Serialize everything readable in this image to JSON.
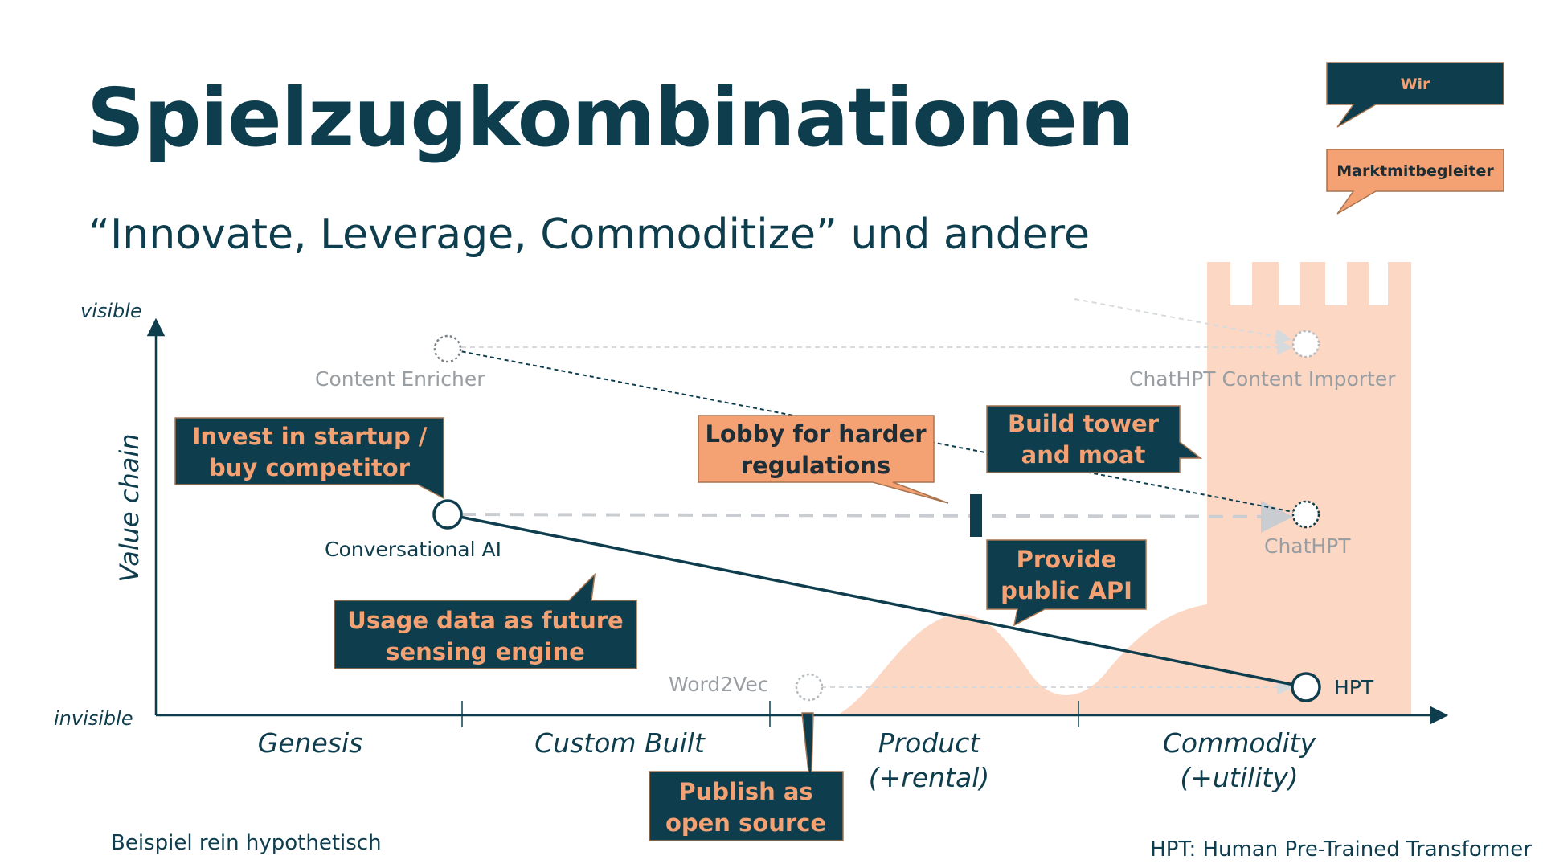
{
  "title": "Spielzugkombinationen",
  "subtitle": "“Innovate, Leverage, Commoditize” und andere",
  "legend": {
    "us_label": "Wir",
    "competitor_label": "Marktmitbegleiter"
  },
  "axes": {
    "y_top": "visible",
    "y_bottom": "invisible",
    "y_label": "Value chain",
    "stages": [
      {
        "line1": "Genesis",
        "line2": ""
      },
      {
        "line1": "Custom Built",
        "line2": ""
      },
      {
        "line1": "Product",
        "line2": "(+rental)"
      },
      {
        "line1": "Commodity",
        "line2": "(+utility)"
      }
    ]
  },
  "components": {
    "content_enricher": "Content Enricher",
    "chathpt_content_importer": "ChatHPT Content Importer",
    "conversational_ai": "Conversational AI",
    "chathpt": "ChatHPT",
    "word2vec": "Word2Vec",
    "hpt": "HPT"
  },
  "callouts": {
    "invest": {
      "line1": "Invest in startup /",
      "line2": "buy competitor",
      "owner": "us"
    },
    "lobby": {
      "line1": "Lobby for harder",
      "line2": "regulations",
      "owner": "competitor"
    },
    "build_tower": {
      "line1": "Build tower",
      "line2": "and moat",
      "owner": "us"
    },
    "usage_data": {
      "line1": "Usage data as future",
      "line2": "sensing engine",
      "owner": "us"
    },
    "provide_api": {
      "line1": "Provide",
      "line2": "public API",
      "owner": "us"
    },
    "publish": {
      "line1": "Publish as",
      "line2": "open source",
      "owner": "us"
    }
  },
  "footnotes": {
    "left": "Beispiel rein hypothetisch",
    "right": "HPT: Human Pre-Trained Transformer"
  },
  "colors": {
    "us": "#0e3d4d",
    "competitor": "#f4a173",
    "competitor_text": "#1d2e36",
    "callout_text_on_us": "#f4a173",
    "tower": "#fcd7c4",
    "muted": "#999ea3"
  }
}
